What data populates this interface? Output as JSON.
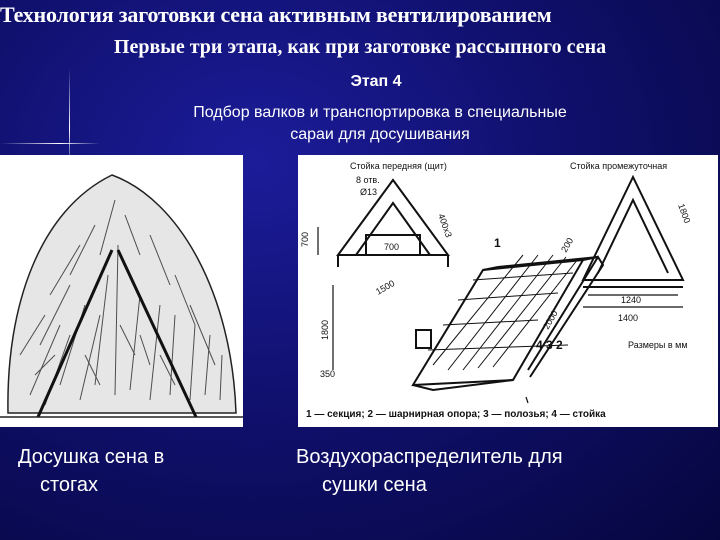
{
  "header": {
    "title": "Технология заготовки сена активным вентилированием",
    "subtitle": "Первые три этапа, как при заготовке рассыпного сена"
  },
  "stage": {
    "title": "Этап 4",
    "description_line1": "Подбор валков и транспортировка в специальные",
    "description_line2": "сараи для досушивания"
  },
  "diagram": {
    "label_front": "Стойка передняя (щит)",
    "label_middle": "Стойка промежуточная",
    "label_holes": "8 отв.",
    "label_diam": "Ø13",
    "dim_700a": "700",
    "dim_700b": "700",
    "dim_400": "400x3",
    "dim_1800a": "1800",
    "dim_1800b": "1800",
    "dim_1500": "1500",
    "dim_350": "350",
    "dim_200": "200",
    "dim_2000": "2000",
    "dim_1240": "1240",
    "dim_1400": "1400",
    "num_1": "1",
    "num_432": "4 3 2",
    "units": "Размеры в мм",
    "legend": "1 — секция; 2 — шарнирная опора; 3 — полозья; 4 — стойка"
  },
  "captions": {
    "left_line1": "Досушка сена в",
    "left_line2": "стогах",
    "right_line1": "Воздухораспределитель для",
    "right_line2": "сушки сена"
  },
  "colors": {
    "background": "#10106e",
    "text": "#ffffff"
  }
}
